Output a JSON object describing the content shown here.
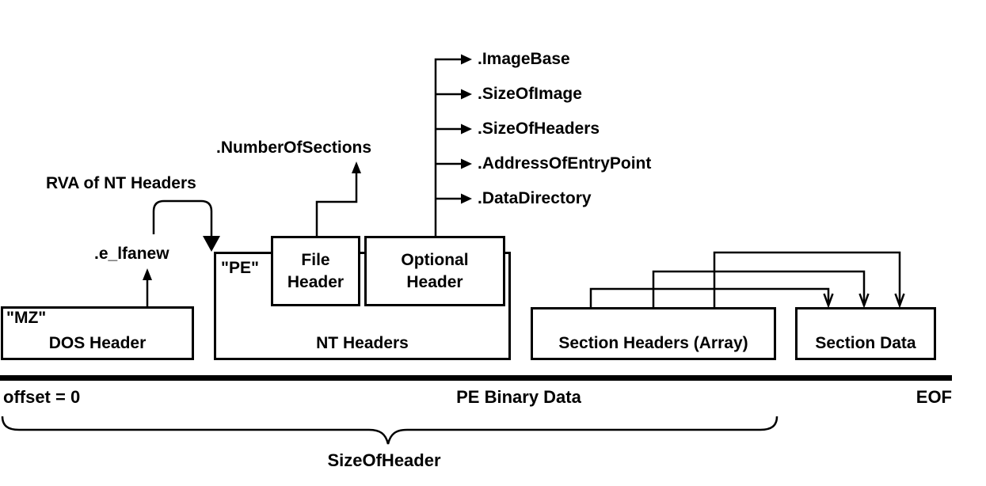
{
  "annotations": {
    "rva_of_nt_headers": "RVA of NT Headers",
    "e_lfanew": ".e_lfanew",
    "number_of_sections": ".NumberOfSections",
    "optional_header_fields": [
      ".ImageBase",
      ".SizeOfImage",
      ".SizeOfHeaders",
      ".AddressOfEntryPoint",
      ".DataDirectory"
    ]
  },
  "boxes": {
    "dos_header": {
      "tag": "\"MZ\"",
      "label": "DOS Header"
    },
    "nt_headers": {
      "tag": "\"PE\"",
      "label": "NT Headers"
    },
    "file_header": {
      "label": "File Header"
    },
    "optional_header": {
      "label": "Optional Header"
    },
    "section_headers": {
      "label": "Section Headers (Array)"
    },
    "section_data": {
      "label": "Section Data"
    }
  },
  "baseline": {
    "offset_label": "offset = 0",
    "center_label": "PE Binary Data",
    "eof_label": "EOF"
  },
  "brace_label": "SizeOfHeader",
  "colors": {
    "ink": "#000000",
    "background": "#ffffff"
  }
}
